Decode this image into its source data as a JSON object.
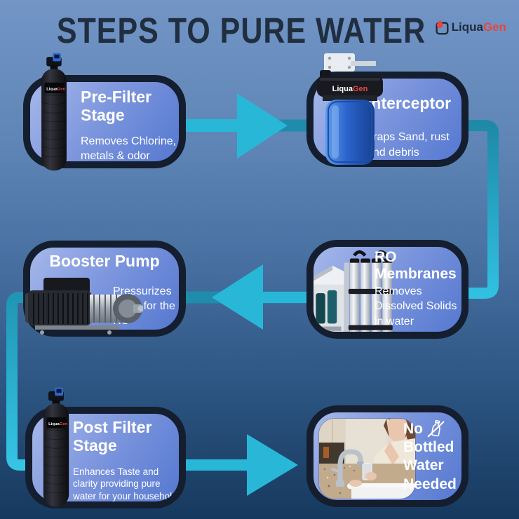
{
  "header": {
    "title": "STEPS TO PURE WATER"
  },
  "brand": {
    "first": "Liqua",
    "second": "Gen"
  },
  "steps": [
    {
      "id": "pre-filter",
      "title": "Pre-Filter Stage",
      "description": "Removes Chlorine, metals & odor"
    },
    {
      "id": "interceptor",
      "title": "Interceptor",
      "description": "Traps Sand, rust and debris"
    },
    {
      "id": "ro-membranes",
      "title": "RO Membranes",
      "description": "Removes Dissolved Solids in water"
    },
    {
      "id": "booster-pump",
      "title": "Booster Pump",
      "description": "Pressurizes water for the RO"
    },
    {
      "id": "post-filter",
      "title": "Post Filter Stage",
      "description": "Enhances Taste and clarity providing pure water for your household"
    },
    {
      "id": "no-bottled-water",
      "title_prefix": "No",
      "title_rest": "Bottled Water Needed"
    }
  ],
  "colors": {
    "background_top": "#7295c6",
    "background_bottom": "#16395e",
    "card_border": "#141e2e",
    "card_fill_light": "#a6b8ea",
    "card_fill_dark": "#5578d0",
    "arrow_cyan": "#29b7d8",
    "connector_teal_dark": "#1f89a8",
    "connector_teal_bright": "#31c0e0",
    "title_navy": "#202e40",
    "brand_red": "#e8463f",
    "text_white": "#ffffff"
  }
}
